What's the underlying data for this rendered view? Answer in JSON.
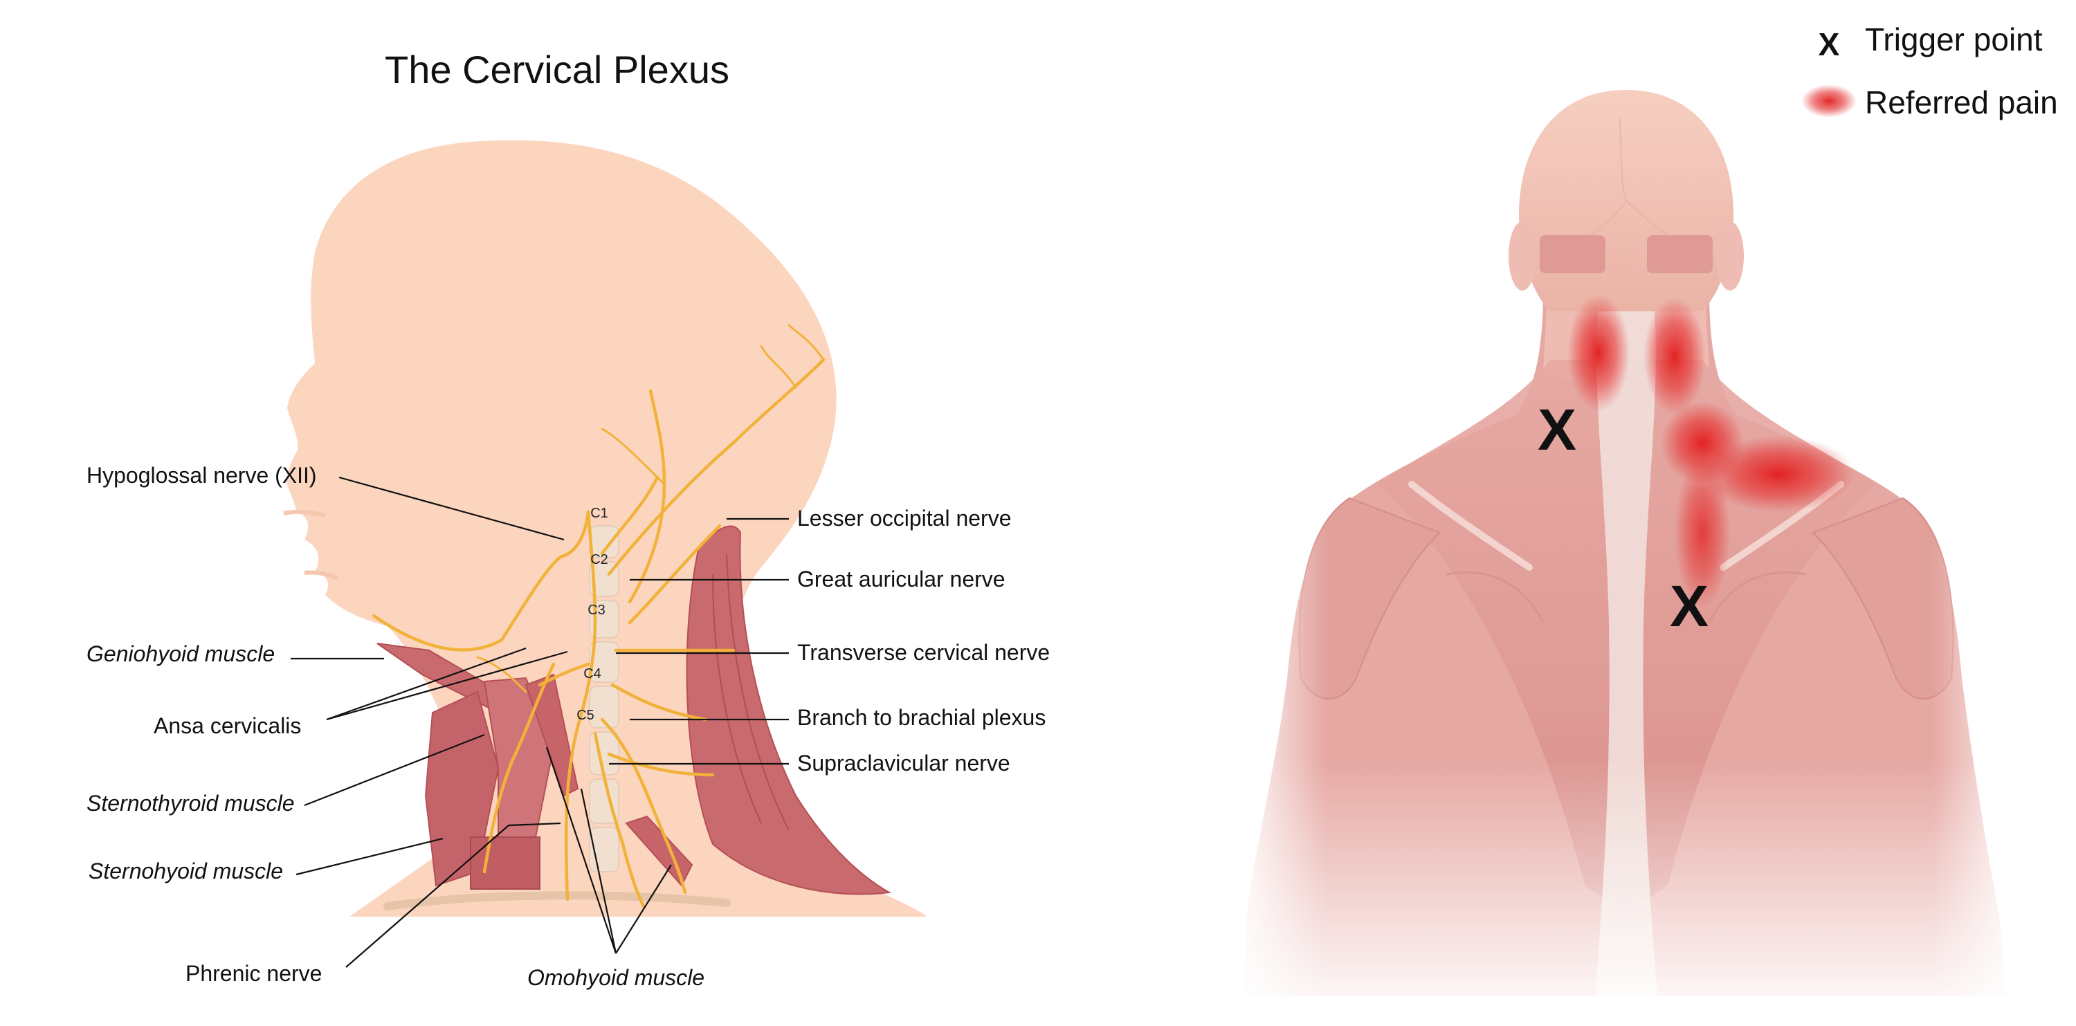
{
  "cervical_plexus": {
    "title": "The Cervical Plexus",
    "labels": {
      "hypoglossal": "Hypoglossal nerve (XII)",
      "geniohyoid": "Geniohyoid muscle",
      "ansa": "Ansa cervicalis",
      "sternothyroid": "Sternothyroid muscle",
      "sternohyoid": "Sternohyoid muscle",
      "phrenic": "Phrenic nerve",
      "omohyoid": "Omohyoid muscle",
      "lesser_occipital": "Lesser occipital nerve",
      "great_auricular": "Great auricular nerve",
      "transverse_cervical": "Transverse cervical nerve",
      "branch_brachial": "Branch to brachial plexus",
      "supraclavicular": "Supraclavicular nerve"
    },
    "vertebrae": [
      "C1",
      "C2",
      "C3",
      "C4",
      "C5"
    ],
    "colors": {
      "skin": "#fcd5bf",
      "nerve": "#f2b23a",
      "muscle": "#c86a6e"
    }
  },
  "trigger_point_figure": {
    "legend": {
      "trigger_symbol": "X",
      "trigger_label": "Trigger point",
      "referred_label": "Referred pain"
    },
    "markers": [
      "X",
      "X"
    ],
    "colors": {
      "muscle": "#e0a09c",
      "skin": "#f6d2c6",
      "pain": "#e02424"
    }
  }
}
